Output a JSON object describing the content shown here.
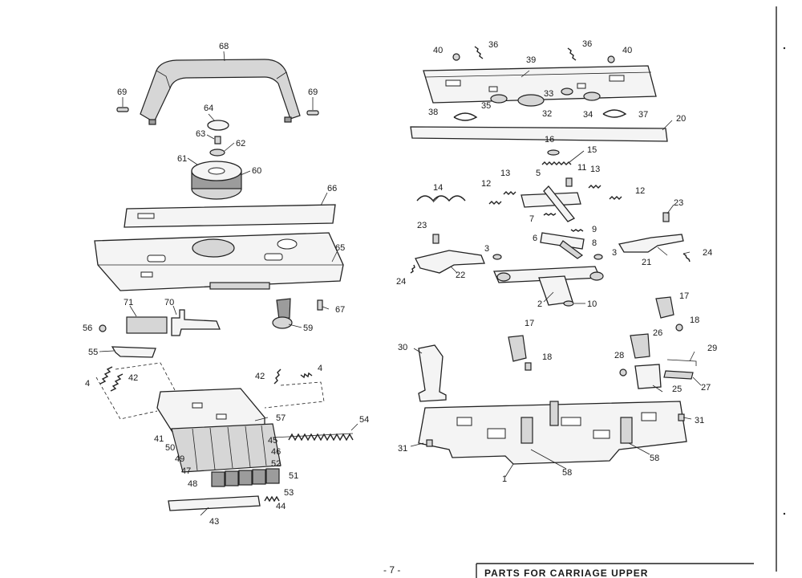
{
  "page": {
    "page_number": "- 7 -",
    "title_partial": "PARTS FOR CARRIAGE UPPER"
  },
  "callouts": [
    "68",
    "69",
    "69",
    "64",
    "63",
    "62",
    "61",
    "60",
    "66",
    "65",
    "67",
    "71",
    "70",
    "59",
    "56",
    "55",
    "4",
    "42",
    "42",
    "4",
    "57",
    "54",
    "41",
    "50",
    "45",
    "49",
    "46",
    "47",
    "52",
    "48",
    "51",
    "53",
    "44",
    "43",
    "40",
    "36",
    "36",
    "40",
    "39",
    "35",
    "33",
    "38",
    "32",
    "34",
    "37",
    "20",
    "16",
    "15",
    "14",
    "13",
    "5",
    "11",
    "13",
    "12",
    "12",
    "7",
    "9",
    "6",
    "8",
    "23",
    "23",
    "3",
    "3",
    "21",
    "24",
    "24",
    "22",
    "2",
    "10",
    "17",
    "18",
    "17",
    "18",
    "30",
    "26",
    "28",
    "29",
    "25",
    "27",
    "31",
    "31",
    "58",
    "58",
    "1"
  ]
}
